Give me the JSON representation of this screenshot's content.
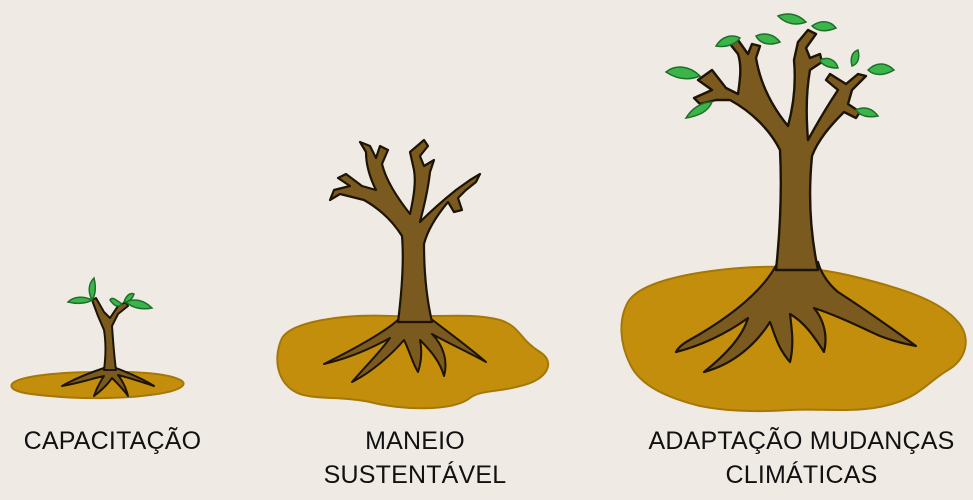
{
  "colors": {
    "background": "#efebe4",
    "soil": "#c38e0c",
    "soil_shadow": "#9b7005",
    "trunk": "#7a5a1e",
    "trunk_outline": "#1e1405",
    "leaf": "#3bb54a",
    "leaf_outline": "#1f6e2a",
    "text": "#111111"
  },
  "stages": [
    {
      "lines": [
        "CAPACITAÇÃO"
      ]
    },
    {
      "lines": [
        "MANEIO",
        "SUSTENTÁVEL"
      ]
    },
    {
      "lines": [
        "ADAPTAÇÃO MUDANÇAS",
        "CLIMÁTICAS"
      ]
    }
  ]
}
